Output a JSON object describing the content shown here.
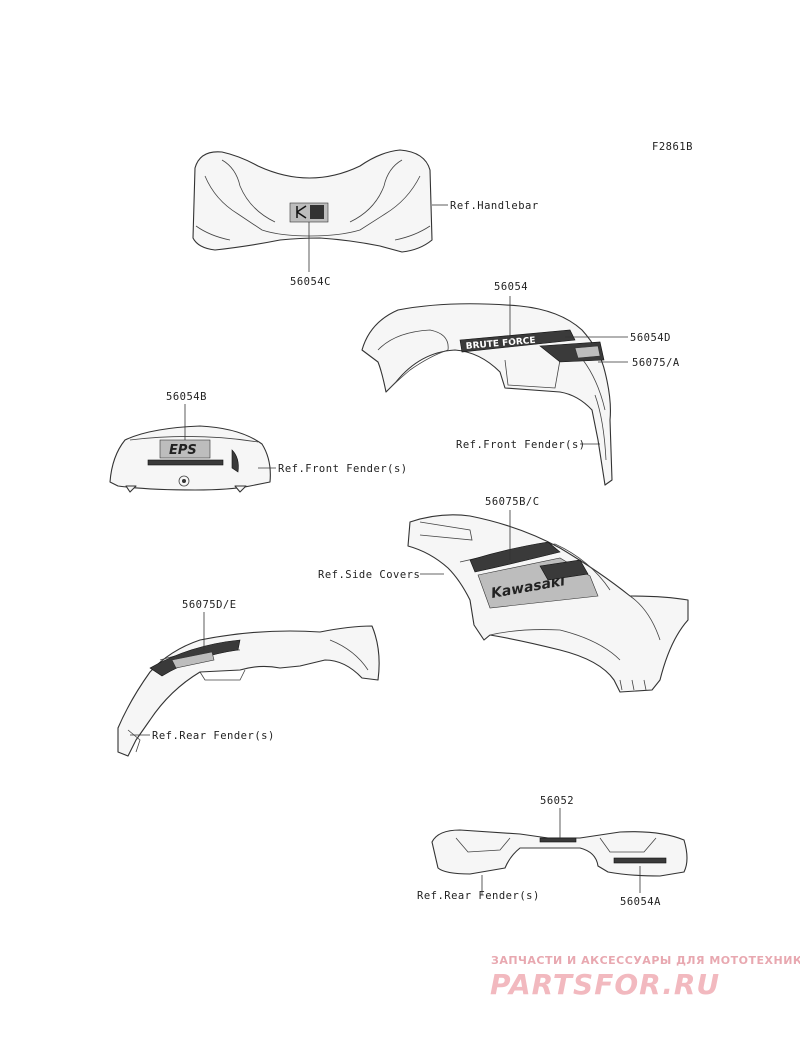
{
  "figure_code": "F2861B",
  "labels": {
    "p56054C": "56054C",
    "ref_handlebar": "Ref.Handlebar",
    "p56054": "56054",
    "p56054D": "56054D",
    "p56075A": "56075/A",
    "ref_front_fender_right": "Ref.Front Fender(s)",
    "p56054B": "56054B",
    "ref_front_fender_left": "Ref.Front Fender(s)",
    "p56075BC": "56075B/C",
    "ref_side_covers": "Ref.Side Covers",
    "p56075DE": "56075D/E",
    "ref_rear_fender_left": "Ref.Rear Fender(s)",
    "p56052": "56052",
    "ref_rear_fender_bottom": "Ref.Rear Fender(s)",
    "p56054A": "56054A"
  },
  "decal_text": {
    "brute_force": "BRUTE FORCE",
    "kawasaki": "Kawasaki",
    "eps": "EPS"
  },
  "watermark": {
    "subtitle": "ЗАПЧАСТИ И АКСЕССУАРЫ ДЛЯ МОТОТЕХНИКИ",
    "brand": "PARTSFOR.RU",
    "color": "#f2b9bf"
  }
}
